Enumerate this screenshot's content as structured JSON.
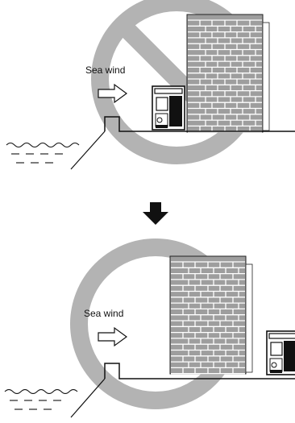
{
  "scenes": [
    {
      "id": "incorrect",
      "label": "Sea wind",
      "symbol": "prohibition-symbol"
    },
    {
      "id": "correct",
      "label": "Sea wind",
      "symbol": "allowed-circle"
    }
  ],
  "transition": {
    "icon": "down-arrow-icon"
  },
  "colors": {
    "symbol": "#b3b3b3",
    "building": "#9e9e9e",
    "ink": "#111111"
  }
}
